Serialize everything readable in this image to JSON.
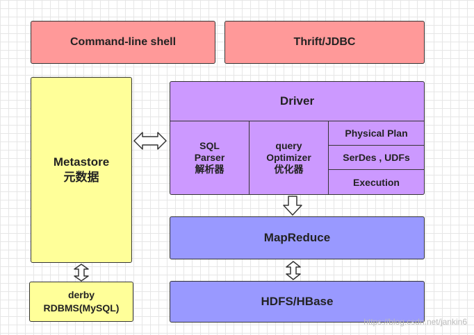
{
  "top": {
    "cli": "Command-line shell",
    "thrift": "Thrift/JDBC"
  },
  "metastore": {
    "title": "Metastore",
    "subtitle": "元数据"
  },
  "db": {
    "line1": "derby",
    "line2": "RDBMS(MySQL)"
  },
  "driver": {
    "title": "Driver",
    "parser": "SQL\nParser\n解析器",
    "optimizer": "query\nOptimizer\n优化器",
    "physical_plan": "Physical Plan",
    "serdes": "SerDes , UDFs",
    "execution": "Execution"
  },
  "mapreduce": "MapReduce",
  "storage": "HDFS/HBase",
  "watermark": "https://blog.csdn.net/jankin6"
}
